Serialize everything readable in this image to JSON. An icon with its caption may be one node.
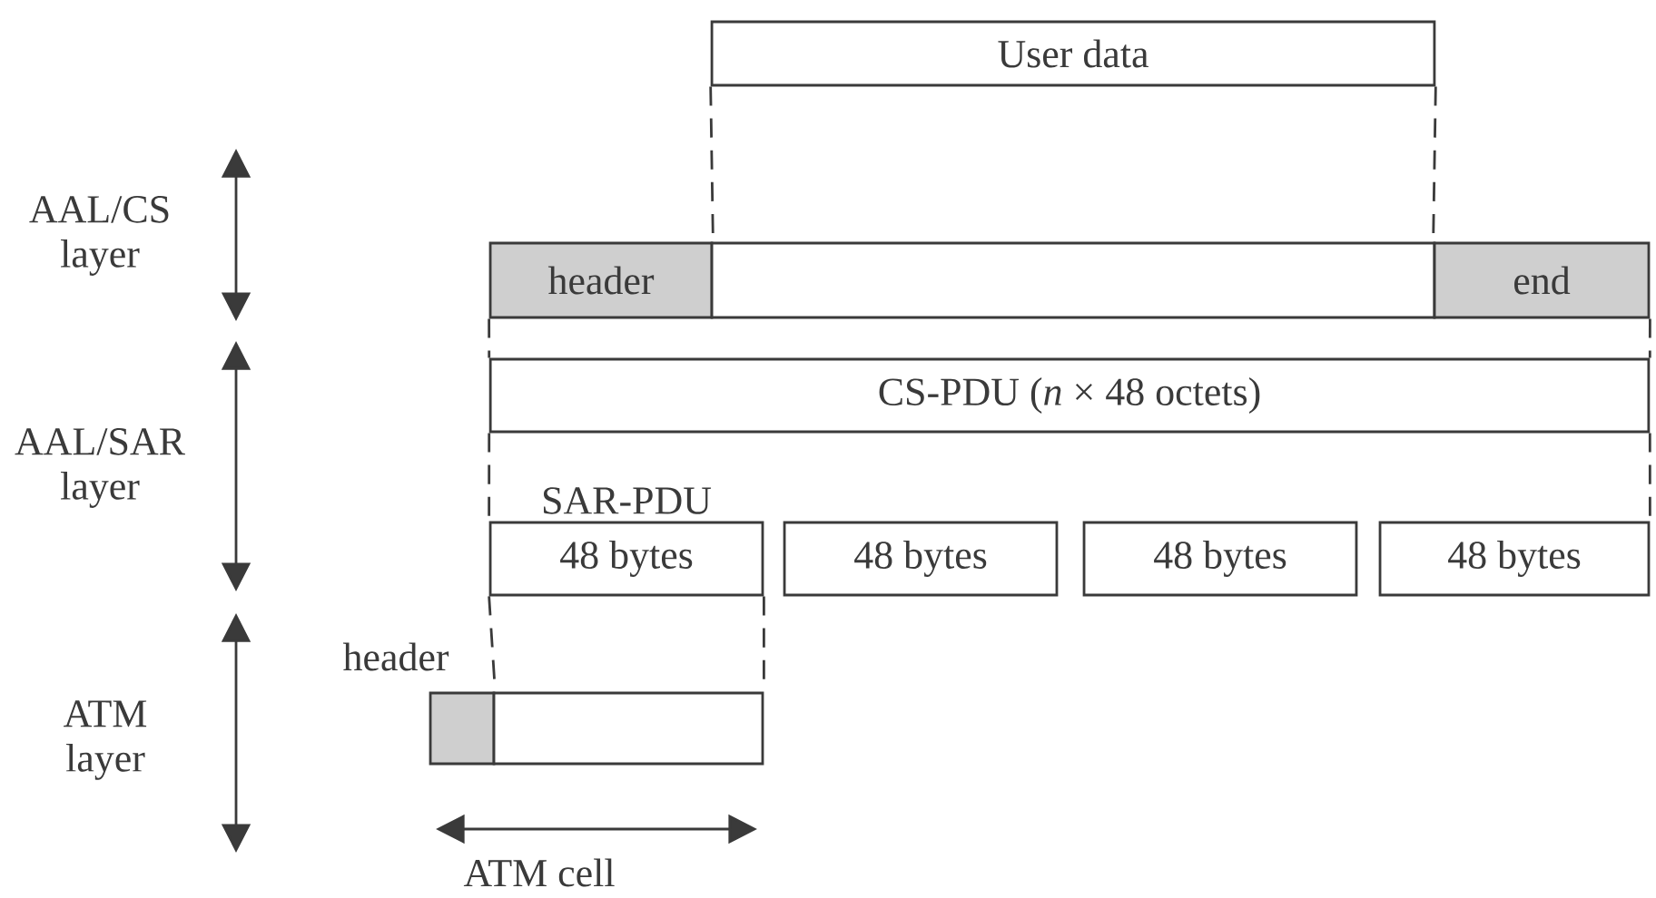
{
  "diagram": {
    "nodes": [
      {
        "text": [
          "User data"
        ]
      },
      {
        "text": [
          "header"
        ]
      },
      {
        "text": [],
        "shape": "box"
      },
      {
        "text": [
          "end"
        ]
      },
      {
        "text": [
          "CS-PDU (*n* × 48 octets)"
        ]
      },
      {
        "text": [
          "48 bytes"
        ],
        "beside": [
          "SAR-PDU"
        ]
      },
      {
        "text": [
          "48 bytes"
        ]
      },
      {
        "text": [
          "48 bytes"
        ]
      },
      {
        "text": [
          "48 bytes"
        ]
      },
      {
        "text": [],
        "shape": "box",
        "beside": [
          "header"
        ]
      },
      {
        "text": [],
        "shape": "box"
      }
    ],
    "edges": [
      {
        "from": 0,
        "to": 1,
        "arrow": "none",
        "style": "dashed"
      },
      {
        "from": 0,
        "to": 3,
        "arrow": "none",
        "style": "dashed"
      },
      {
        "from": 1,
        "to": 4,
        "arrow": "none",
        "style": "dashed"
      },
      {
        "from": 3,
        "to": 4,
        "arrow": "none",
        "style": "dashed"
      },
      {
        "from": 4,
        "to": 5,
        "arrow": "none",
        "style": "dashed"
      },
      {
        "from": 4,
        "to": 8,
        "arrow": "none",
        "style": "dashed"
      },
      {
        "from": 5,
        "to": 9,
        "arrow": "none",
        "style": "dashed"
      },
      {
        "from": 5,
        "to": 10,
        "arrow": "none",
        "style": "dashed"
      }
    ],
    "labels": [
      "AAL/CS layer",
      "AAL/SAR layer",
      "ATM layer",
      "ATM cell"
    ]
  }
}
